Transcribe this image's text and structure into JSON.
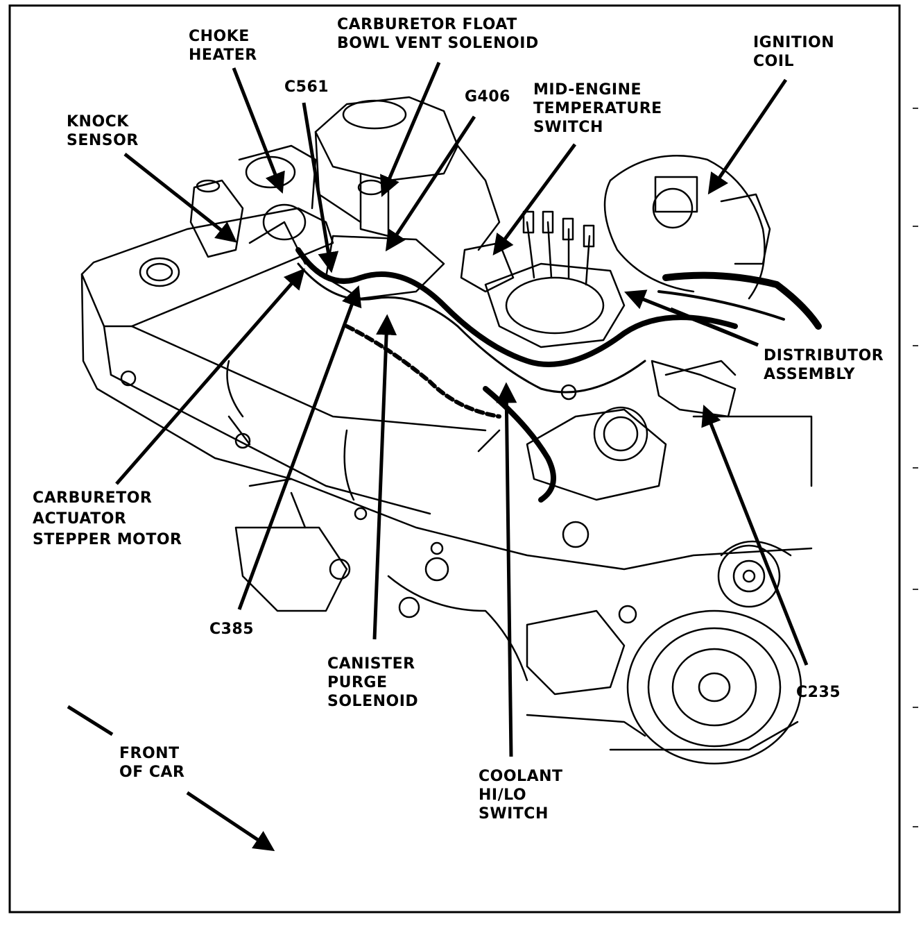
{
  "labels": {
    "choke_heater": [
      "CHOKE",
      "HEATER"
    ],
    "carb_float_vent": [
      "CARBURETOR FLOAT",
      "BOWL VENT SOLENOID"
    ],
    "ignition_coil": [
      "IGNITION",
      "COIL"
    ],
    "c561": [
      "C561"
    ],
    "g406": [
      "G406"
    ],
    "mid_engine_temp": [
      "MID-ENGINE",
      "TEMPERATURE",
      "SWITCH"
    ],
    "knock_sensor": [
      "KNOCK",
      "SENSOR"
    ],
    "distributor": [
      "DISTRIBUTOR",
      "ASSEMBLY"
    ],
    "carb_actuator": [
      "CARBURETOR",
      "ACTUATOR",
      "STEPPER MOTOR"
    ],
    "c385": [
      "C385"
    ],
    "canister_purge": [
      "CANISTER",
      "PURGE",
      "SOLENOID"
    ],
    "c235": [
      "C235"
    ],
    "front_of_car": [
      "FRONT",
      "OF CAR"
    ],
    "coolant_switch": [
      "COOLANT",
      "HI/LO",
      "SWITCH"
    ]
  }
}
